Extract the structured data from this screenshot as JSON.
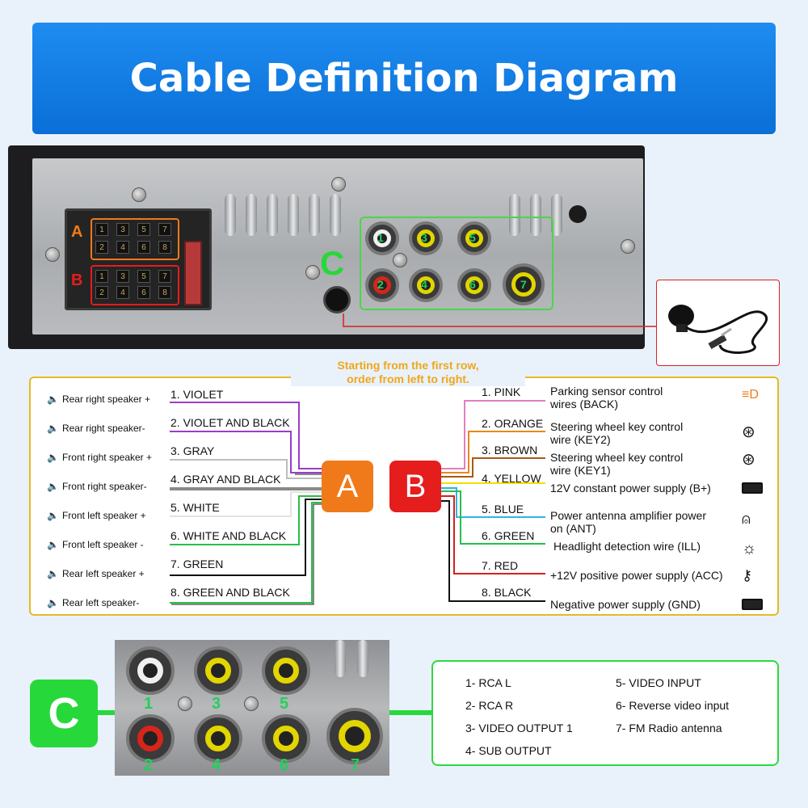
{
  "title": "Cable Definition Diagram",
  "radio": {
    "connector_a_label": "A",
    "connector_b_label": "B",
    "connector_c_label": "C",
    "iso_a_pins_top": [
      "1",
      "3",
      "5",
      "7"
    ],
    "iso_a_pins_bottom": [
      "2",
      "4",
      "6",
      "8"
    ],
    "iso_b_pins_top": [
      "1",
      "3",
      "5",
      "7"
    ],
    "iso_b_pins_bottom": [
      "2",
      "4",
      "6",
      "8"
    ],
    "rca_numbers": [
      "1",
      "3",
      "5",
      "2",
      "4",
      "6",
      "7"
    ]
  },
  "note": {
    "line1": "Starting from the first row,",
    "line2": "order from left to right."
  },
  "speakers": [
    "Rear right speaker +",
    "Rear right speaker-",
    "Front right speaker +",
    "Front right speaker-",
    "Front left speaker +",
    "Front left speaker -",
    "Rear left speaker +",
    "Rear left speaker-"
  ],
  "wires_a": [
    {
      "label": "1. VIOLET",
      "color": "#9b3cc9"
    },
    {
      "label": "2. VIOLET AND BLACK",
      "color": "#9b3cc9"
    },
    {
      "label": "3. GRAY",
      "color": "#9e9e9e"
    },
    {
      "label": "4. GRAY AND BLACK",
      "color": "#8a8a8a"
    },
    {
      "label": "5. WHITE",
      "color": "#e9e9e9"
    },
    {
      "label": "6. WHITE AND BLACK",
      "color": "#26c04a"
    },
    {
      "label": "7. GREEN",
      "color": "#111111"
    },
    {
      "label": "8. GREEN AND BLACK",
      "color": "#26c04a"
    }
  ],
  "wires_b": [
    {
      "label": "1. PINK",
      "color": "#e07fc0"
    },
    {
      "label": "2. ORANGE",
      "color": "#e8881a"
    },
    {
      "label": "3. BROWN",
      "color": "#a65a1a"
    },
    {
      "label": "4. YELLOW",
      "color": "#f0e000"
    },
    {
      "label": "5. BLUE",
      "color": "#2fb3e8"
    },
    {
      "label": "6. GREEN",
      "color": "#26c04a"
    },
    {
      "label": "7. RED",
      "color": "#d62020"
    },
    {
      "label": "8. BLACK",
      "color": "#111111"
    }
  ],
  "functions_b": [
    {
      "line1": "Parking sensor control",
      "line2": "wires (BACK)",
      "icon": "parking-light-icon"
    },
    {
      "line1": "Steering wheel key control",
      "line2": "wire (KEY2)",
      "icon": "steering-wheel-icon"
    },
    {
      "line1": "Steering wheel key control",
      "line2": "wire (KEY1)",
      "icon": "steering-wheel-icon"
    },
    {
      "line1": "12V constant power supply (B+)",
      "line2": "",
      "icon": "battery-icon"
    },
    {
      "line1": "Power antenna amplifier power",
      "line2": " on (ANT)",
      "icon": "antenna-icon"
    },
    {
      "line1": "Headlight detection wire (ILL)",
      "line2": "",
      "icon": "sun-icon"
    },
    {
      "line1": "+12V positive power supply (ACC)",
      "line2": "",
      "icon": "key-icon"
    },
    {
      "line1": "Negative power supply (GND)",
      "line2": "",
      "icon": "battery-icon"
    }
  ],
  "plug_a": {
    "label": "A",
    "color": "#f07a1a"
  },
  "plug_b": {
    "label": "B",
    "color": "#e51d1d"
  },
  "bottom": {
    "badge": "C",
    "photo_numbers": [
      "1",
      "3",
      "5",
      "2",
      "4",
      "6",
      "7"
    ],
    "legend_left": [
      "1-  RCA L",
      "2-  RCA R",
      "3-  VIDEO OUTPUT 1",
      "4-  SUB OUTPUT"
    ],
    "legend_right": [
      "5- VIDEO INPUT",
      "6- Reverse video input",
      "7- FM Radio antenna"
    ]
  },
  "colors": {
    "banner": "#0a6fd8",
    "accent_green": "#27d83a",
    "panel_border": "#e8b826",
    "note": "#f0a618"
  }
}
